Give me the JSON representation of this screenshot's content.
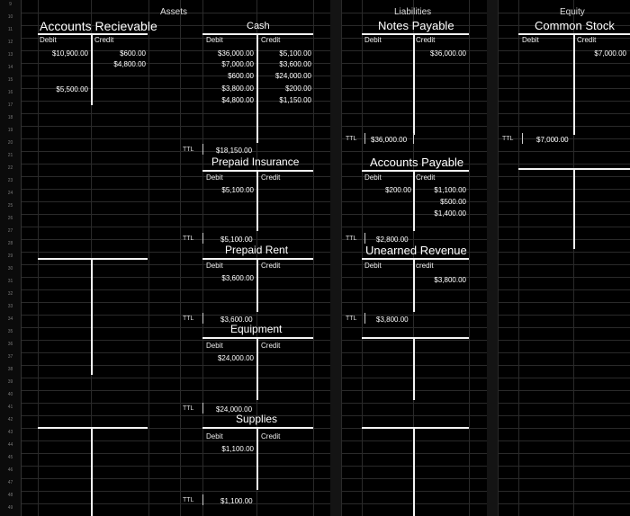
{
  "row_numbers": [
    "9",
    "10",
    "11",
    "12",
    "13",
    "14",
    "15",
    "16",
    "17",
    "18",
    "19",
    "20",
    "21",
    "22",
    "23",
    "24",
    "25",
    "26",
    "27",
    "28",
    "29",
    "30",
    "31",
    "32",
    "33",
    "34",
    "35",
    "36",
    "37",
    "38",
    "39",
    "40",
    "41",
    "42",
    "43",
    "44",
    "45",
    "46",
    "47",
    "48",
    "49"
  ],
  "sections": {
    "assets": "Assets",
    "liabilities": "Liabilities",
    "equity": "Equity"
  },
  "labels": {
    "debit": "Debit",
    "credit": "Credit",
    "credit_lower": "credit",
    "ttl": "TTL"
  },
  "accounts": {
    "accounts_receivable": {
      "title": "Accounts Recievable",
      "debits": [
        "$10,900.00",
        "$5,500.00"
      ],
      "credits": [
        "$600.00",
        "$4,800.00"
      ]
    },
    "cash": {
      "title": "Cash",
      "debits": [
        "$36,000.00",
        "$7,000.00",
        "$600.00",
        "$3,800.00",
        "$4,800.00"
      ],
      "credits": [
        "$5,100.00",
        "$3,600.00",
        "$24,000.00",
        "$200.00",
        "$1,150.00"
      ],
      "total": "$18,150.00"
    },
    "prepaid_insurance": {
      "title": "Prepaid Insurance",
      "debits": [
        "$5,100.00"
      ],
      "total": "$5,100.00"
    },
    "prepaid_rent": {
      "title": "Prepaid Rent",
      "debits": [
        "$3,600.00"
      ],
      "total": "$3,600.00"
    },
    "equipment": {
      "title": "Equipment",
      "debits": [
        "$24,000.00"
      ],
      "total": "$24,000.00"
    },
    "supplies": {
      "title": "Supplies",
      "debits": [
        "$1,100.00"
      ],
      "total": "$1,100.00"
    },
    "notes_payable": {
      "title": "Notes Payable",
      "credits": [
        "$36,000.00"
      ],
      "total": "$36,000.00"
    },
    "accounts_payable": {
      "title": "Accounts Payable",
      "debits": [
        "$200.00"
      ],
      "credits": [
        "$1,100.00",
        "$500.00",
        "$1,400.00"
      ],
      "total": "$2,800.00"
    },
    "unearned_revenue": {
      "title": "Unearned Revenue",
      "credits": [
        "$3,800.00"
      ],
      "total": "$3,800.00"
    },
    "common_stock": {
      "title": "Common Stock",
      "credits": [
        "$7,000.00"
      ],
      "total": "$7,000.00"
    }
  }
}
